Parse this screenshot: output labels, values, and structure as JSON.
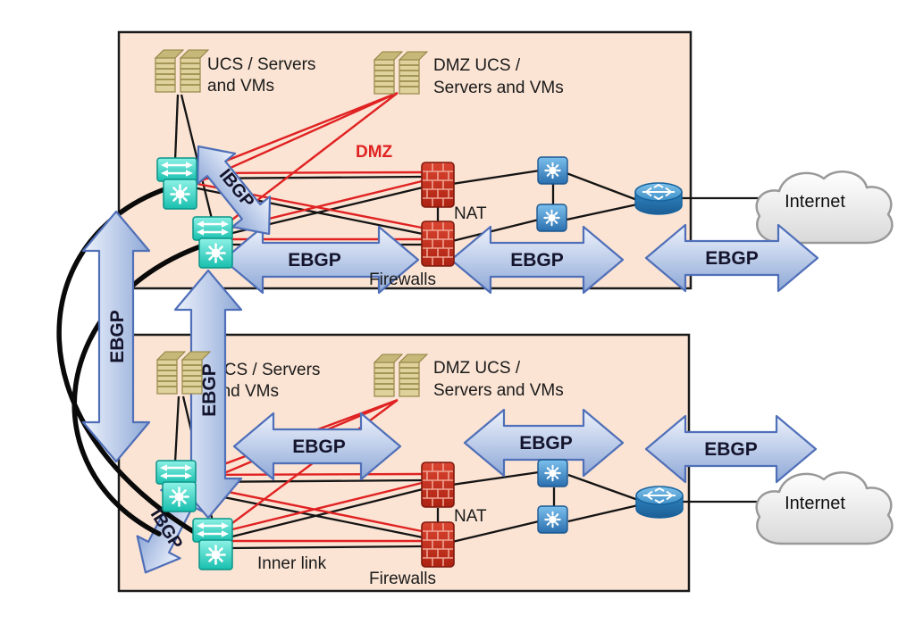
{
  "labels": {
    "ucs_servers_line1": "UCS / Servers",
    "ucs_servers_line2": "and VMs",
    "dmz_ucs_line1": "DMZ UCS /",
    "dmz_ucs_line2": "Servers and VMs",
    "dmz": "DMZ",
    "nat": "NAT",
    "firewalls": "Firewalls",
    "inner_link": "Inner link",
    "internet": "Internet",
    "ebgp": "EBGP",
    "ibgp": "IBGP"
  },
  "colors": {
    "site_fill": "#FBE4D4",
    "site_border": "#1A1A1A",
    "arrow_fill_light": "#E9EFFA",
    "arrow_fill_dark": "#93ABD8",
    "arrow_border": "#4F6FB8",
    "arrow_text": "#14142C",
    "dmz_line_red": "#E02222",
    "link_line_black": "#141414",
    "nexus_switch_teal": "#18BFAE",
    "dmz_switch_blue": "#2A6FAE",
    "router_blue": "#2F83BF",
    "firewall_red": "#C5301F",
    "server_tan": "#E0D29C",
    "cloud_border_gray": "#999999"
  },
  "icons": [
    "ucs-servers-icon",
    "dmz-ucs-servers-icon",
    "nexus-switch-icon",
    "firewall-icon",
    "dmz-switch-icon",
    "edge-router-icon",
    "internet-cloud-icon"
  ]
}
